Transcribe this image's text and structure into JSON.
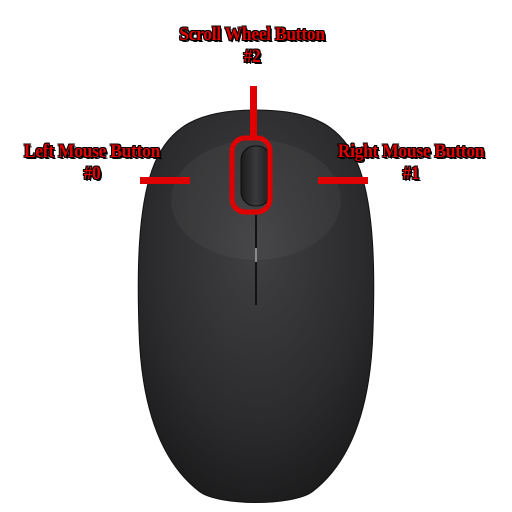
{
  "labels": {
    "scroll_wheel": {
      "line1": "Scroll Wheel Button",
      "line2": "#2"
    },
    "left_button": {
      "line1": "Left Mouse Button",
      "line2": "#0"
    },
    "right_button": {
      "line1": "Right Mouse Button",
      "line2": "#1"
    }
  },
  "colors": {
    "annotation": "#e00000",
    "outline": "#000000",
    "mouse_body": "#2a2a2c",
    "background": "#ffffff"
  }
}
